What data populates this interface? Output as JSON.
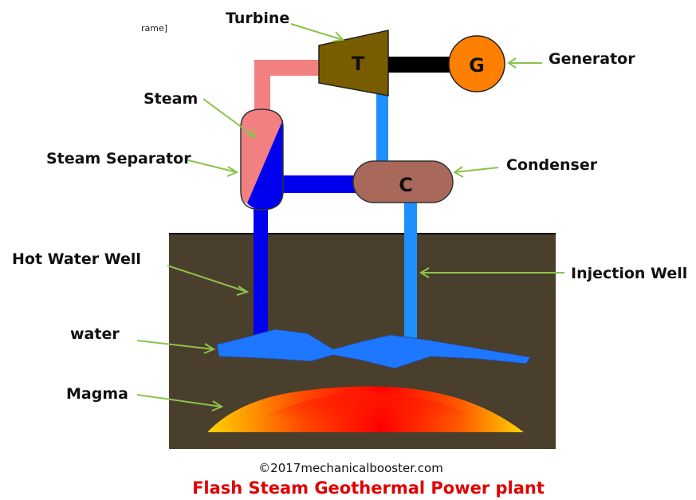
{
  "fragment_text": "rame]",
  "labels": {
    "turbine": "Turbine",
    "generator": "Generator",
    "steam": "Steam",
    "steam_separator": "Steam Separator",
    "condenser": "Condenser",
    "hot_water_well": "Hot Water Well",
    "injection_well": "Injection Well",
    "water": "water",
    "magma": "Magma"
  },
  "unit_letters": {
    "turbine": "T",
    "generator": "G",
    "condenser": "C"
  },
  "copyright": "©2017mechanicalbooster.com",
  "title": "Flash Steam Geothermal Power plant",
  "colors": {
    "ground": "#4a3f2c",
    "steam_pipe": "#f28080",
    "hot_water_pipe": "#0000ee",
    "cold_water_pipe": "#1e90ff",
    "turbine": "#7a5c00",
    "generator": "#ff8000",
    "condenser": "#a8685a",
    "water": "#1e78ff",
    "title": "#e00000",
    "arrow": "#8bc34a"
  }
}
